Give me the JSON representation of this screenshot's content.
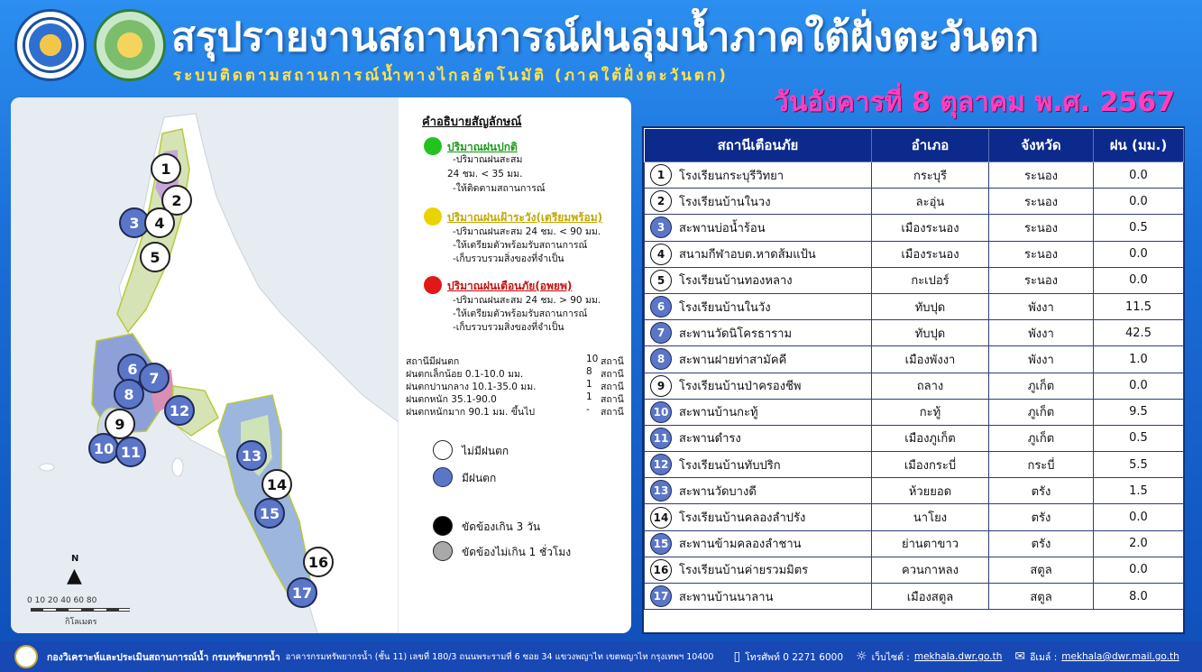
{
  "header": {
    "title": "สรุปรายงานสถานการณ์ฝนลุ่มน้ำภาคใต้ฝั่งตะวันตก",
    "subtitle": "ระบบติดตามสถานการณ์น้ำทางไกลอัตโนมัติ (ภาคใต้ฝั่งตะวันตก)",
    "date": "วันอังคารที่ 8 ตุลาคม พ.ศ. 2567"
  },
  "legend": {
    "title": "คำอธิบายสัญลักษณ์",
    "normal": {
      "heading": "ปริมาณฝนปกติ",
      "lines": [
        "-ปริมาณฝนสะสม",
        "24 ชม. < 35 มม.",
        "-ให้ติดตามสถานการณ์"
      ],
      "color": "#22c31f"
    },
    "watch": {
      "heading": "ปริมาณฝนเฝ้าระวัง(เตรียมพร้อม)",
      "lines": [
        "-ปริมาณฝนสะสม 24 ชม. < 90 มม.",
        "-ให้เตรียมตัวพร้อมรับสถานการณ์",
        "-เก็บรวบรวมสิ่งของที่จำเป็น"
      ],
      "color": "#e8d400"
    },
    "alert": {
      "heading": "ปริมาณฝนเตือนภัย(อพยพ)",
      "lines": [
        "-ปริมาณฝนสะสม 24 ชม. > 90 มม.",
        "-ให้เตรียมตัวพร้อมรับสถานการณ์",
        "-เก็บรวบรวมสิ่งของที่จำเป็น"
      ],
      "color": "#e01818"
    },
    "counts": [
      {
        "label": "สถานีมีฝนตก",
        "value": "10",
        "unit": "สถานี"
      },
      {
        "label": "ฝนตกเล็กน้อย 0.1-10.0 มม.",
        "value": "8",
        "unit": "สถานี"
      },
      {
        "label": "ฝนตกปานกลาง 10.1-35.0 มม.",
        "value": "1",
        "unit": "สถานี"
      },
      {
        "label": "ฝนตกหนัก 35.1-90.0",
        "value": "1",
        "unit": "สถานี"
      },
      {
        "label": "ฝนตกหนักมาก 90.1 มม. ขึ้นไป",
        "value": "-",
        "unit": "สถานี"
      }
    ],
    "symbols": {
      "no_rain": "ไม่มีฝนตก",
      "rain": "มีฝนตก",
      "offline_3days": "ขัดข้องเกิน 3 วัน",
      "offline_1hour": "ขัดข้องไม่เกิน 1 ชั่วโมง"
    }
  },
  "map": {
    "north": "N",
    "scale_ticks": "0  10  20      40      60      80",
    "scale_unit": "กิโลเมตร"
  },
  "table": {
    "headers": [
      "สถานีเตือนภัย",
      "อำเภอ",
      "จังหวัด",
      "ฝน (มม.)"
    ],
    "rows": [
      {
        "no": "1",
        "station": "โรงเรียนกระบุรีวิทยา",
        "district": "กระบุรี",
        "province": "ระนอง",
        "rain": "0.0",
        "has_rain": false
      },
      {
        "no": "2",
        "station": "โรงเรียนบ้านในวง",
        "district": "ละอุ่น",
        "province": "ระนอง",
        "rain": "0.0",
        "has_rain": false
      },
      {
        "no": "3",
        "station": "สะพานบ่อน้ำร้อน",
        "district": "เมืองระนอง",
        "province": "ระนอง",
        "rain": "0.5",
        "has_rain": true
      },
      {
        "no": "4",
        "station": "สนามกีฬาอบต.หาดส้มแป้น",
        "district": "เมืองระนอง",
        "province": "ระนอง",
        "rain": "0.0",
        "has_rain": false
      },
      {
        "no": "5",
        "station": "โรงเรียนบ้านทองหลาง",
        "district": "กะเปอร์",
        "province": "ระนอง",
        "rain": "0.0",
        "has_rain": false
      },
      {
        "no": "6",
        "station": "โรงเรียนบ้านในวัง",
        "district": "ทับปุด",
        "province": "พังงา",
        "rain": "11.5",
        "has_rain": true
      },
      {
        "no": "7",
        "station": "สะพานวัดนิโครธาราม",
        "district": "ทับปุด",
        "province": "พังงา",
        "rain": "42.5",
        "has_rain": true
      },
      {
        "no": "8",
        "station": "สะพานฝายท่าสามัคคี",
        "district": "เมืองพังงา",
        "province": "พังงา",
        "rain": "1.0",
        "has_rain": true
      },
      {
        "no": "9",
        "station": "โรงเรียนบ้านป่าครองชีพ",
        "district": "ถลาง",
        "province": "ภูเก็ต",
        "rain": "0.0",
        "has_rain": false
      },
      {
        "no": "10",
        "station": "สะพานบ้านกะทู้",
        "district": "กะทู้",
        "province": "ภูเก็ต",
        "rain": "9.5",
        "has_rain": true
      },
      {
        "no": "11",
        "station": "สะพานดำรง",
        "district": "เมืองภูเก็ต",
        "province": "ภูเก็ต",
        "rain": "0.5",
        "has_rain": true
      },
      {
        "no": "12",
        "station": "โรงเรียนบ้านทับปริก",
        "district": "เมืองกระบี่",
        "province": "กระบี่",
        "rain": "5.5",
        "has_rain": true
      },
      {
        "no": "13",
        "station": "สะพานวัดบางดี",
        "district": "ห้วยยอด",
        "province": "ตรัง",
        "rain": "1.5",
        "has_rain": true
      },
      {
        "no": "14",
        "station": "โรงเรียนบ้านคลองลำปรัง",
        "district": "นาโยง",
        "province": "ตรัง",
        "rain": "0.0",
        "has_rain": false
      },
      {
        "no": "15",
        "station": "สะพานข้ามคลองลำชาน",
        "district": "ย่านตาขาว",
        "province": "ตรัง",
        "rain": "2.0",
        "has_rain": true
      },
      {
        "no": "16",
        "station": "โรงเรียนบ้านค่ายรวมมิตร",
        "district": "ควนกาหลง",
        "province": "สตูล",
        "rain": "0.0",
        "has_rain": false
      },
      {
        "no": "17",
        "station": "สะพานบ้านนาลาน",
        "district": "เมืองสตูล",
        "province": "สตูล",
        "rain": "8.0",
        "has_rain": true
      }
    ]
  },
  "footer": {
    "org": "กองวิเคราะห์และประเมินสถานการณ์น้ำ กรมทรัพยากรน้ำ",
    "address": "อาคารกรมทรัพยากรน้ำ (ชั้น 11) เลขที่ 180/3 ถนนพระรามที่ 6 ซอย 34 แขวงพญาไท เขตพญาไท กรุงเทพฯ 10400",
    "phone_label": "โทรศัพท์ 0 2271 6000",
    "web_label": "เว็บไซต์ :",
    "web": "mekhala.dwr.go.th",
    "email_label": "อีเมล์ :",
    "email": "mekhala@dwr.mail.go.th"
  },
  "colors": {
    "rain_marker": "#5b76c8",
    "header_bg": "#0b2a8c",
    "date_text": "#ff3fbf",
    "subtitle_text": "#ffe24a"
  },
  "icons": [
    "dwr-logo",
    "regional-logo",
    "north-arrow-icon",
    "phone-icon",
    "globe-icon",
    "mail-icon"
  ]
}
